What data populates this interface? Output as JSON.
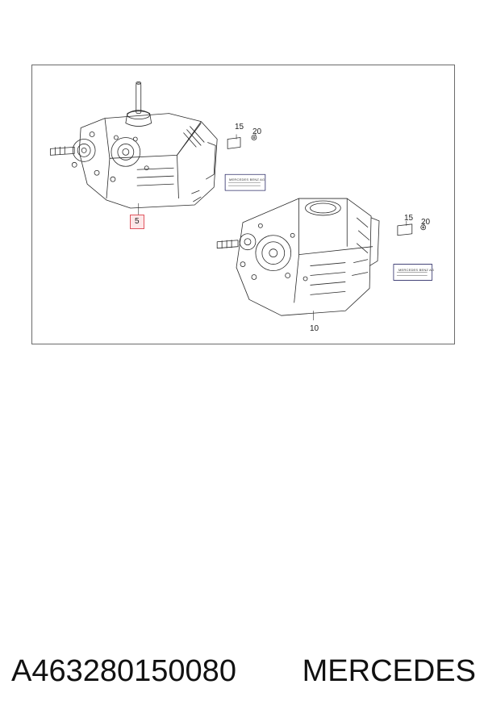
{
  "diagram": {
    "callouts": {
      "part_5": "5",
      "part_10": "10",
      "part_15_a": "15",
      "part_20_a": "20",
      "part_15_b": "15",
      "part_20_b": "20"
    },
    "plate_text_a": "MERCEDES BENZ AG",
    "plate_text_b": "MERCEDES BENZ AG",
    "highlight_color": "#e0555f"
  },
  "footer": {
    "part_number": "A463280150080",
    "brand": "MERCEDES"
  }
}
